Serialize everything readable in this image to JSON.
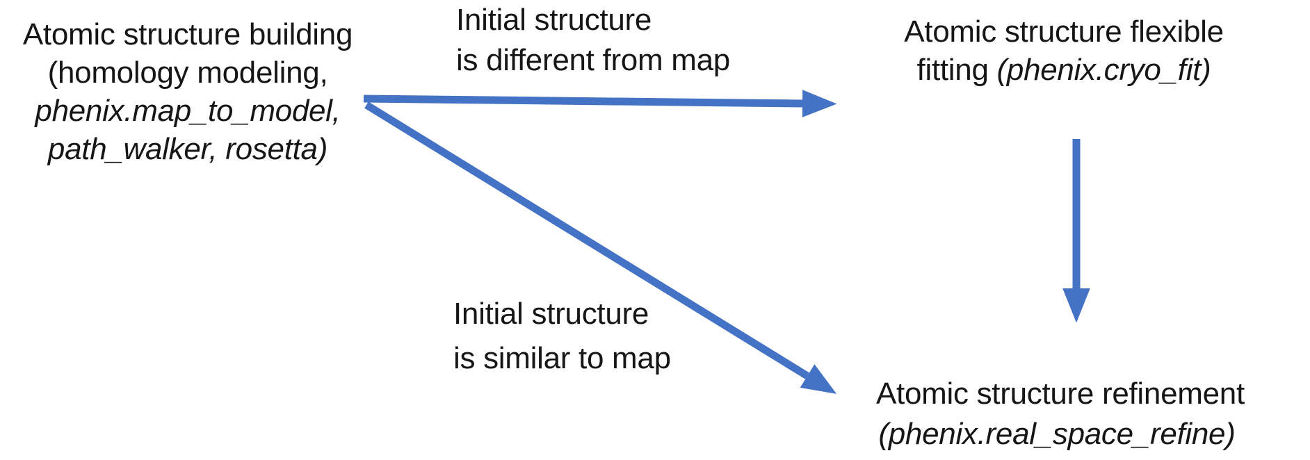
{
  "colors": {
    "arrow": "#4472C4",
    "text": "#161616",
    "background": "#ffffff"
  },
  "nodes": {
    "building": {
      "line1": "Atomic structure building",
      "line2": "(homology modeling,",
      "line3": "phenix.map_to_model,",
      "line4": "path_walker, rosetta)"
    },
    "flexible_fitting": {
      "line1": "Atomic structure flexible",
      "line2_prefix": "fitting ",
      "line2_italic": "(phenix.cryo_fit)"
    },
    "refinement": {
      "line1": "Atomic structure refinement",
      "line2_italic": "(phenix.real_space_refine)"
    }
  },
  "edge_labels": {
    "different": {
      "line1": "Initial structure",
      "line2": "is different from map"
    },
    "similar": {
      "line1": "Initial structure",
      "line2": "is similar to map"
    }
  },
  "arrows": [
    {
      "from": "building",
      "to": "flexible_fitting",
      "label": "Initial structure is different from map"
    },
    {
      "from": "building",
      "to": "refinement",
      "label": "Initial structure is similar to map"
    },
    {
      "from": "flexible_fitting",
      "to": "refinement",
      "label": ""
    }
  ]
}
